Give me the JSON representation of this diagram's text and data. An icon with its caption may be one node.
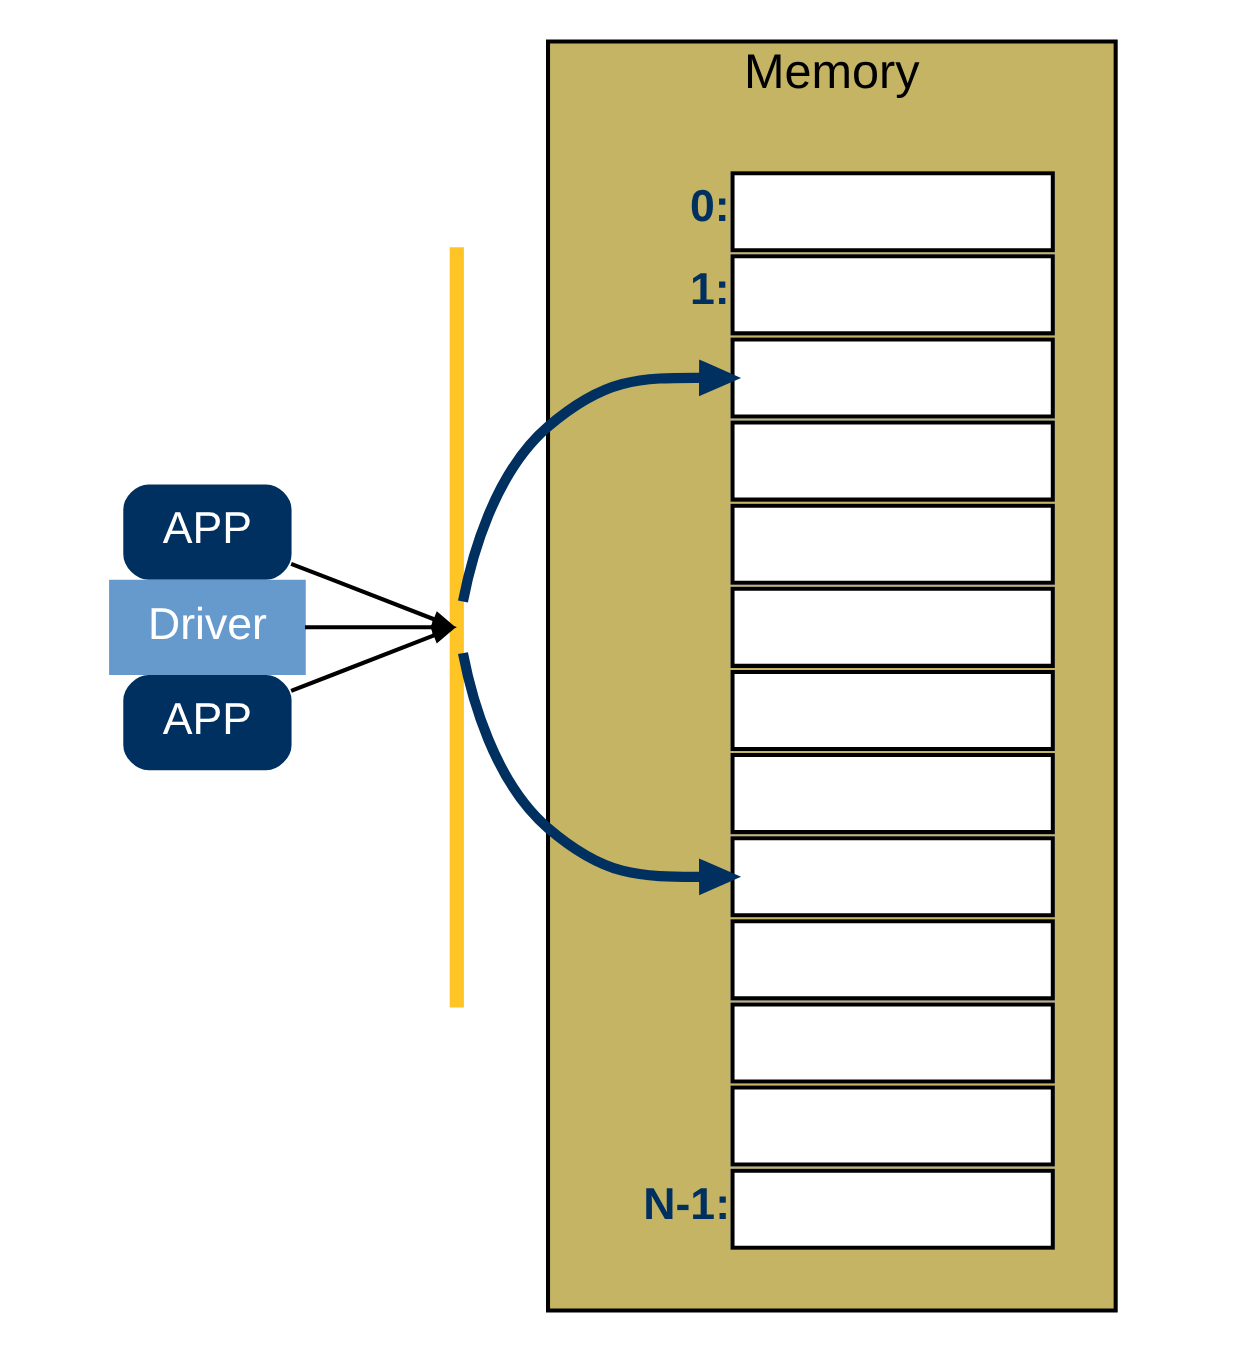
{
  "diagram": {
    "nodes": [
      {
        "text": [
          "Memory"
        ]
      },
      {
        "text": [],
        "shape": "box",
        "in": 0,
        "beside": [
          "0:"
        ]
      },
      {
        "text": [],
        "shape": "box",
        "in": 0,
        "beside": [
          "1:"
        ]
      },
      {
        "text": [],
        "shape": "box",
        "in": 0
      },
      {
        "text": [],
        "shape": "box",
        "in": 0
      },
      {
        "text": [],
        "shape": "box",
        "in": 0
      },
      {
        "text": [],
        "shape": "box",
        "in": 0
      },
      {
        "text": [],
        "shape": "box",
        "in": 0
      },
      {
        "text": [],
        "shape": "box",
        "in": 0
      },
      {
        "text": [],
        "shape": "box",
        "in": 0
      },
      {
        "text": [],
        "shape": "box",
        "in": 0
      },
      {
        "text": [],
        "shape": "box",
        "in": 0
      },
      {
        "text": [],
        "shape": "box",
        "in": 0
      },
      {
        "text": [],
        "shape": "box",
        "in": 0,
        "beside": [
          "N-1:"
        ]
      },
      {
        "text": [
          "APP"
        ]
      },
      {
        "text": [
          "Driver"
        ]
      },
      {
        "text": [
          "APP"
        ]
      },
      {
        "text": [],
        "shape": "bar"
      }
    ],
    "edges": [
      {
        "from": 14,
        "to": 17,
        "arrow": "to"
      },
      {
        "from": 15,
        "to": 17,
        "arrow": "to"
      },
      {
        "from": 16,
        "to": 17,
        "arrow": "to"
      },
      {
        "from": 17,
        "to": 3,
        "arrow": "to",
        "style": "thick",
        "color": "#00305f"
      },
      {
        "from": 17,
        "to": 9,
        "arrow": "to",
        "style": "thick",
        "color": "#00305f"
      }
    ]
  }
}
